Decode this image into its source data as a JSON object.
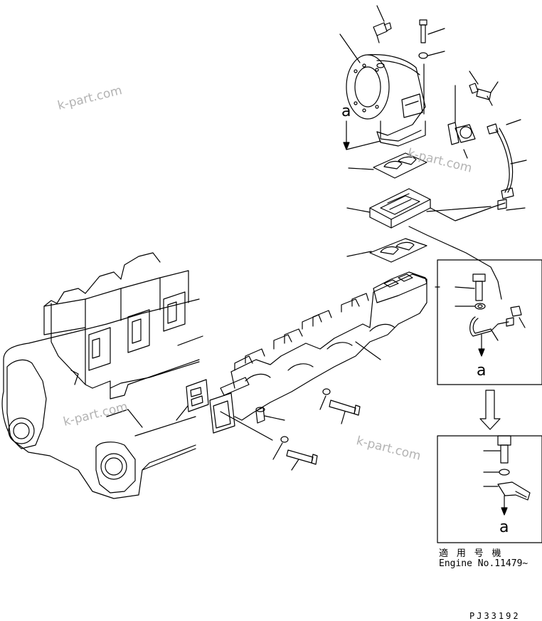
{
  "diagram": {
    "section_marks": [
      "a",
      "a",
      "a"
    ],
    "applicability": {
      "title": "適 用 号 機",
      "engine": "Engine No.11479~"
    },
    "drawing_number": "PJ33192",
    "watermarks": [
      "k-part.com",
      "k-part.com",
      "k-part.com",
      "k-part.com"
    ]
  }
}
